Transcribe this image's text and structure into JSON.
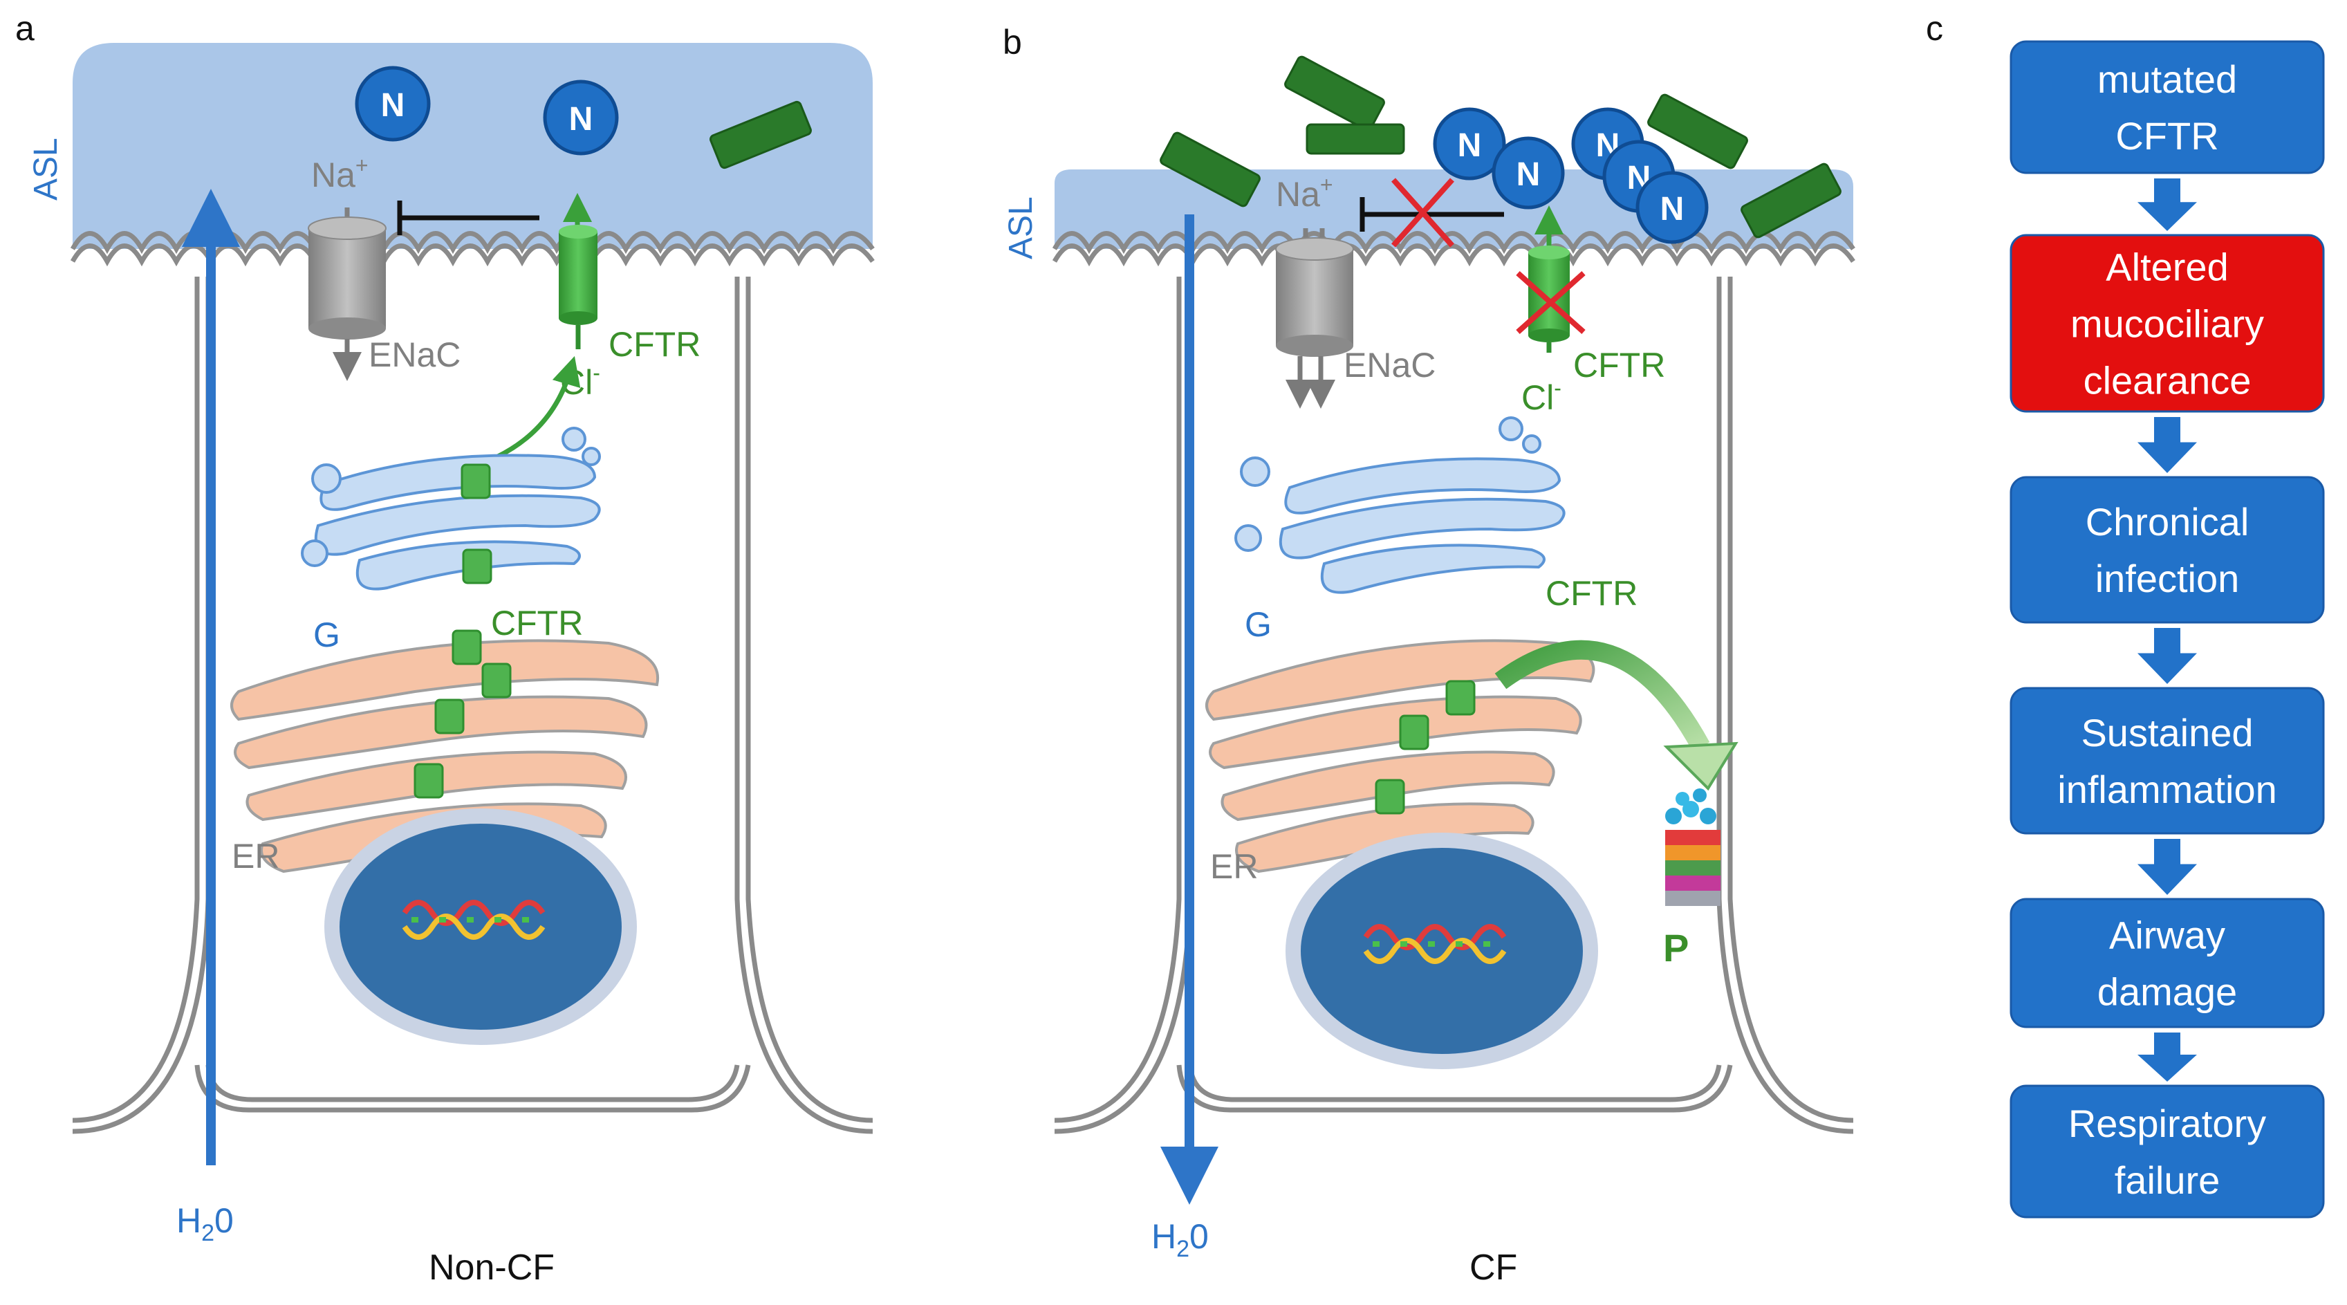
{
  "panels": [
    {
      "letter": "a",
      "asl": "ASL",
      "na": "Na",
      "na_sup": "+",
      "enac": "ENaC",
      "cftr_channel": "CFTR",
      "cl": "Cl",
      "cl_sup": "-",
      "neutrophil": "N",
      "golgi": "G",
      "cftr_er": "CFTR",
      "er": "ER",
      "water": "H",
      "water_sub": "2",
      "water_end": "0",
      "caption": "Non-CF"
    },
    {
      "letter": "b",
      "asl": "ASL",
      "na": "Na",
      "na_sup": "+",
      "enac": "ENaC",
      "cftr_channel": "CFTR",
      "cl": "Cl",
      "cl_sup": "-",
      "neutrophil": "N",
      "golgi": "G",
      "cftr_er": "CFTR",
      "er": "ER",
      "proteasome": "P",
      "water": "H",
      "water_sub": "2",
      "water_end": "0",
      "caption": "CF"
    }
  ],
  "flowchart": {
    "letter": "c",
    "steps": [
      {
        "lines": [
          "mutated",
          "CFTR"
        ],
        "color": "#2272c9"
      },
      {
        "lines": [
          "Altered",
          "mucociliary",
          "clearance"
        ],
        "color": "#e30f0f"
      },
      {
        "lines": [
          "Chronical",
          "infection"
        ],
        "color": "#2272c9"
      },
      {
        "lines": [
          "Sustained",
          "inflammation"
        ],
        "color": "#2272c9"
      },
      {
        "lines": [
          "Airway",
          "damage"
        ],
        "color": "#2272c9"
      },
      {
        "lines": [
          "Respiratory",
          "failure"
        ],
        "color": "#2272c9"
      }
    ],
    "arrow_color": "#2272c9"
  },
  "colors": {
    "asl": "#aac6e8",
    "membrane": "#8a8a8a",
    "nucleus": "#336fa8",
    "er": "#f6c3a6",
    "golgi": "#c6dcf4",
    "cftr": "#3cab3c",
    "enac": "#9e9e9e",
    "neutrophil": "#1f6fc5",
    "bacteria": "#2a7a2a",
    "water_arrow": "#2e75c8",
    "cross": "#e0282f"
  }
}
